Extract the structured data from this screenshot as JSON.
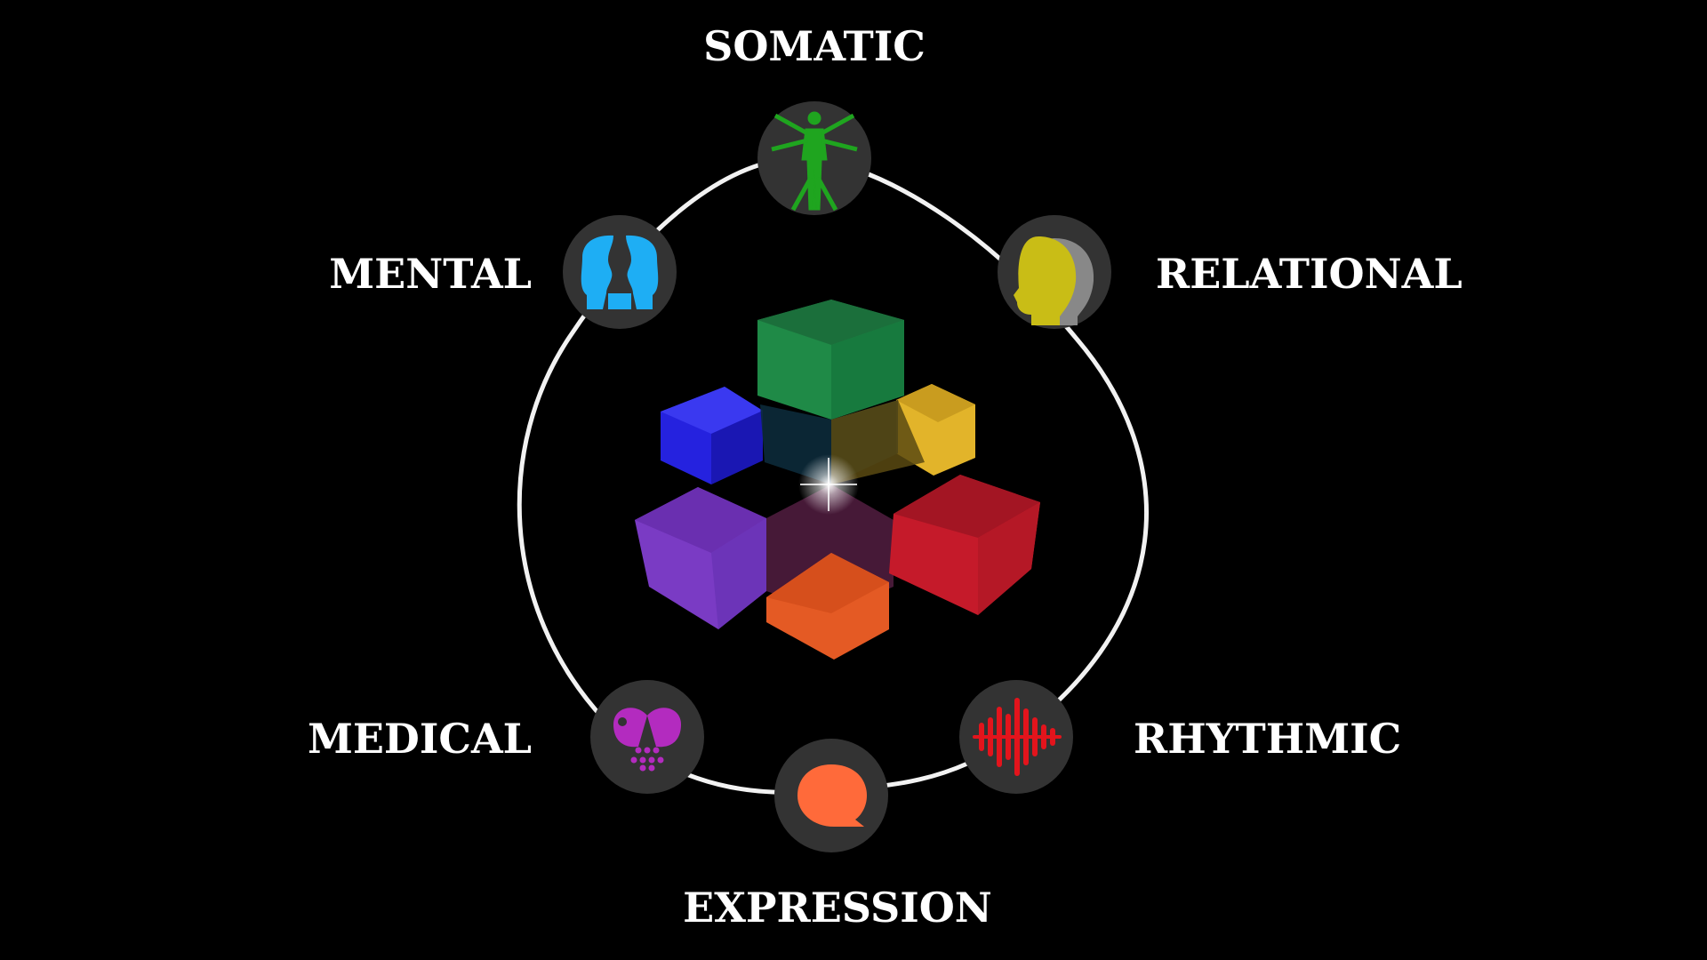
{
  "diagram": {
    "background": "#000000",
    "ring_color": "#f2f2f2",
    "node_fill": "#333333",
    "nodes": [
      {
        "key": "somatic",
        "label": "SOMATIC",
        "icon": "vitruvian-man-icon",
        "color": "#1fa51f"
      },
      {
        "key": "relational",
        "label": "RELATIONAL",
        "icon": "two-heads-icon",
        "color": "#c9bd16"
      },
      {
        "key": "rhythmic",
        "label": "RHYTHMIC",
        "icon": "sound-wave-icon",
        "color": "#e3141c"
      },
      {
        "key": "expression",
        "label": "EXPRESSION",
        "icon": "speech-bubble-icon",
        "color": "#ff6a3a"
      },
      {
        "key": "medical",
        "label": "MEDICAL",
        "icon": "pill-capsule-icon",
        "color": "#b32bbf"
      },
      {
        "key": "mental",
        "label": "MENTAL",
        "icon": "face-profiles-icon",
        "color": "#1eaef4"
      }
    ],
    "center": {
      "icon": "cube-cluster-icon",
      "cube_colors": {
        "green": "#1f8a47",
        "yellow": "#e2b42a",
        "red": "#c51a2a",
        "orange": "#e45a24",
        "purple": "#7a3bc4",
        "blue": "#2522df"
      }
    }
  }
}
